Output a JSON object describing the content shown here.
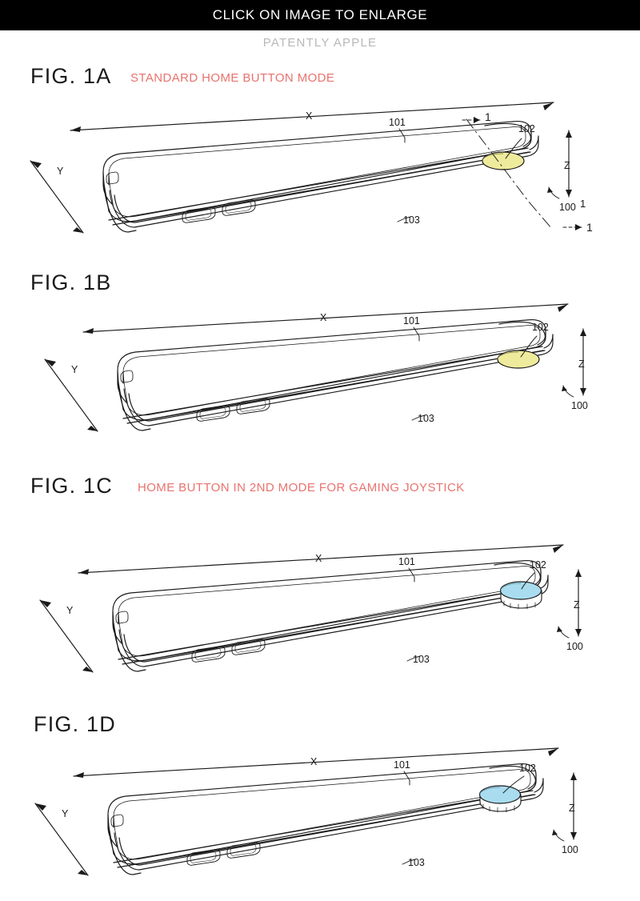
{
  "banner": {
    "text": "CLICK ON IMAGE TO ENLARGE",
    "background": "#000000",
    "color": "#ffffff"
  },
  "watermark": {
    "text": "PATENTLY APPLE",
    "color": "#b8b8b8"
  },
  "colors": {
    "home_button_yellow": "#efeb9c",
    "home_button_yellow_edge": "#d9d47a",
    "joystick_blue": "#a9dcee",
    "joystick_blue_edge": "#8cc6da",
    "line": "#1a1a1a",
    "subtitle_red": "#e8736e",
    "page_background": "#ffffff"
  },
  "figures": [
    {
      "id": "fig-1a",
      "label": "FIG. 1A",
      "subtitle": "STANDARD HOME BUTTON MODE",
      "button_mode": "flush-yellow",
      "has_section_line": true,
      "callouts": {
        "x_axis": "X",
        "y_axis": "Y",
        "z_axis": "Z",
        "display": "101",
        "home_button": "102",
        "housing_side": "103",
        "device": "100",
        "section_marker": "1"
      }
    },
    {
      "id": "fig-1b",
      "label": "FIG. 1B",
      "subtitle": "",
      "button_mode": "flush-yellow",
      "has_section_line": false,
      "callouts": {
        "x_axis": "X",
        "y_axis": "Y",
        "z_axis": "Z",
        "display": "101",
        "home_button": "102",
        "housing_side": "103",
        "device": "100",
        "section_marker": ""
      }
    },
    {
      "id": "fig-1c",
      "label": "FIG. 1C",
      "subtitle": "HOME BUTTON IN 2ND MODE FOR GAMING JOYSTICK",
      "button_mode": "raised-blue",
      "has_section_line": false,
      "callouts": {
        "x_axis": "X",
        "y_axis": "Y",
        "z_axis": "Z",
        "display": "101",
        "home_button": "102",
        "housing_side": "103",
        "device": "100",
        "section_marker": ""
      }
    },
    {
      "id": "fig-1d",
      "label": "FIG. 1D",
      "subtitle": "",
      "button_mode": "raised-blue",
      "has_section_line": false,
      "callouts": {
        "x_axis": "X",
        "y_axis": "Y",
        "z_axis": "Z",
        "display": "101",
        "home_button": "102",
        "housing_side": "103",
        "device": "100",
        "section_marker": ""
      }
    }
  ]
}
